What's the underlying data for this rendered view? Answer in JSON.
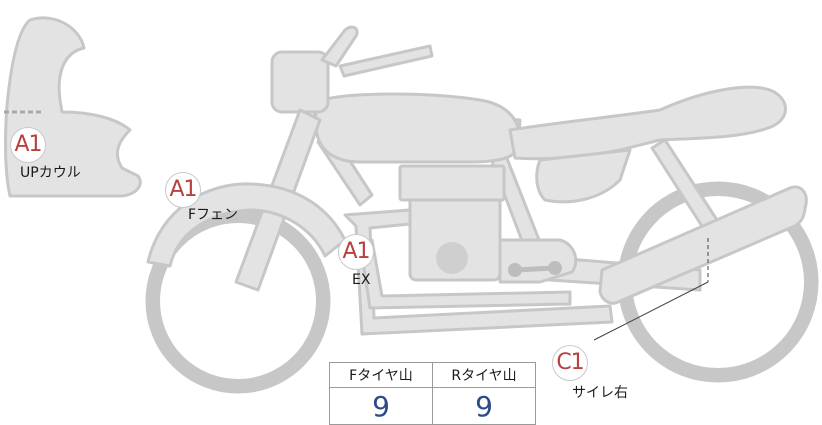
{
  "markers": {
    "upper_cowl": {
      "code": "A1",
      "label": "UPカウル"
    },
    "front_fender": {
      "code": "A1",
      "label": "Fフェン"
    },
    "exhaust": {
      "code": "A1",
      "label": "EX"
    },
    "silencer_right": {
      "code": "C1",
      "label": "サイレ右"
    }
  },
  "tread_table": {
    "front_header": "Fタイヤ山",
    "rear_header": "Rタイヤ山",
    "front_value": "9",
    "rear_value": "9"
  },
  "colors": {
    "part_fill": "#e3e3e3",
    "part_stroke": "#c7c7c7",
    "marker_text": "#b74040",
    "value_text": "#2b4a8a"
  }
}
